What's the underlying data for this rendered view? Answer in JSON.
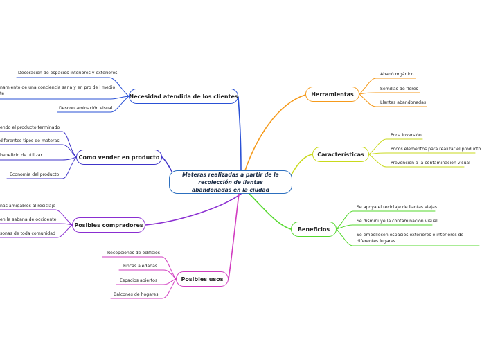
{
  "central": "Materas realizadas a partir de la recolección de llantas abandonadas en la ciudad",
  "colors": {
    "central": "#2c6fbf",
    "necesidad": "#2a51d6",
    "como_vender": "#4035c9",
    "compradores": "#8a2ed1",
    "usos": "#d13cc0",
    "herramientas": "#f59a1b",
    "caracteristicas": "#c9d91c",
    "beneficios": "#55d82e"
  },
  "branches": {
    "necesidad": {
      "label": "Necesidad atendida de los clientes",
      "leaves": [
        "Decoración de espacios interiores y exteriores",
        "namiento de una conciencia sana y en pro de l medio\nte",
        "Descontaminación visual"
      ]
    },
    "como_vender": {
      "label": "Como vender en producto",
      "leaves": [
        "endo el producto terminado",
        "diferentes tipos de materas",
        "beneficio de utilizar",
        "Economía del producto"
      ]
    },
    "compradores": {
      "label": "Posibles compradores",
      "leaves": [
        "nas amigables al reciclaje",
        "en la sabana de occidente",
        "sonas de toda comunidad"
      ]
    },
    "usos": {
      "label": "Posibles usos",
      "leaves": [
        "Recepciones de edificios",
        "Fincas aledañas",
        "Espacios abiertos",
        "Balcones de hogares"
      ]
    },
    "herramientas": {
      "label": "Herramientas",
      "leaves": [
        "Abanó orgánico",
        "Semillas de flores",
        "Llantas abandonadas"
      ]
    },
    "caracteristicas": {
      "label": "Características",
      "leaves": [
        "Poca inversión",
        "Pocos elementos para realizar el producto",
        "Prevención a la contaminación visual"
      ]
    },
    "beneficios": {
      "label": "Beneficios",
      "leaves": [
        "Se apoya el reciclaje de llantas viejas",
        "Se disminuye la contaminación visual",
        "Se embellecen espacios exteriores e interiores de diferentes lugares"
      ]
    }
  }
}
